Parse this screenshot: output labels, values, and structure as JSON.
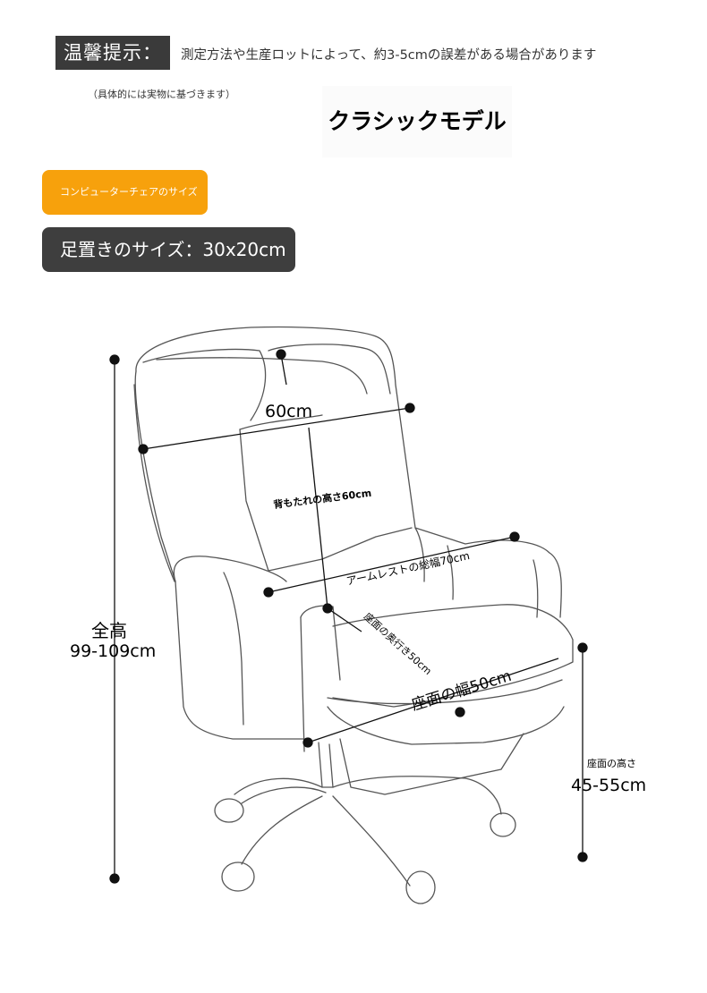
{
  "notice": {
    "badge": "温馨提示：",
    "text": "測定方法や生産ロットによって、約3-5cmの誤差がある場合があります",
    "subtext": "（具体的には実物に基づきます）"
  },
  "model_title": "クラシックモデル",
  "tags": {
    "chair_size": "コンピューターチェアのサイズ",
    "footrest_size": "足置きのサイズ：30x20cm"
  },
  "dimensions": {
    "headrest_width": "60cm",
    "backrest_height": "背もたれの高さ60cm",
    "armrest_width": "アームレストの総幅70cm",
    "seat_depth": "座面の奥行き50cm",
    "seat_width": "座面の幅50cm",
    "total_height_label": "全高",
    "total_height_value": "99-109cm",
    "seat_height_label": "座面の高さ",
    "seat_height_value": "45-55cm"
  }
}
